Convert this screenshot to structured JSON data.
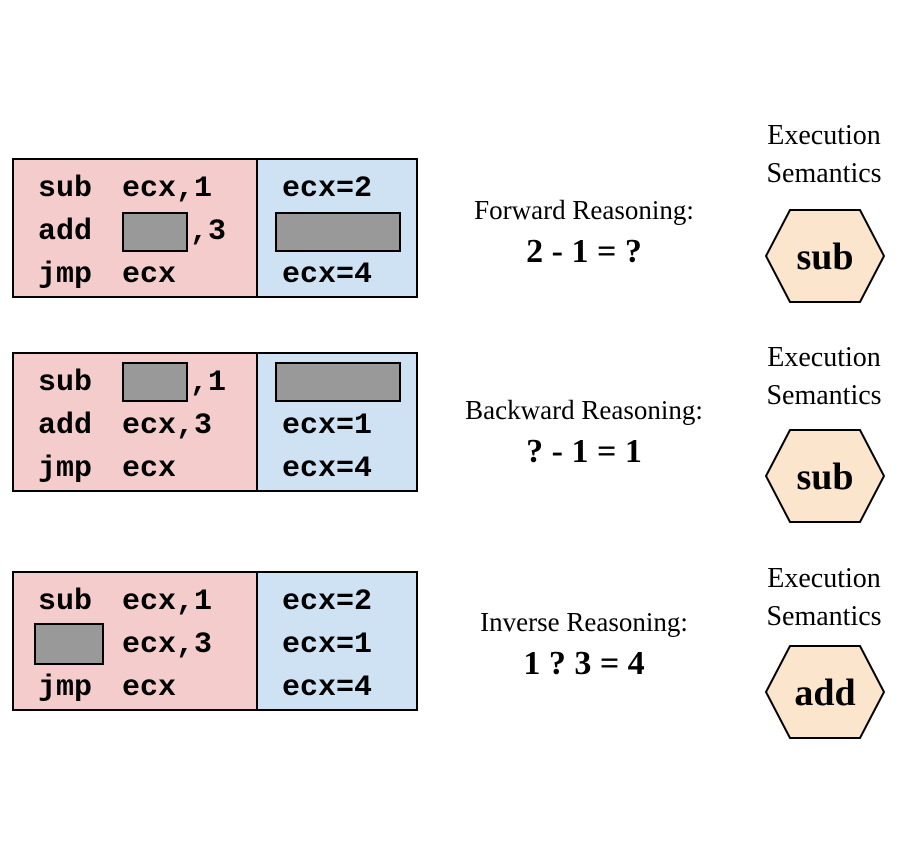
{
  "panels": [
    {
      "code": {
        "line1_op": "sub",
        "line1_args": "ecx,1",
        "line2_op": "add",
        "line2_args": ",3",
        "line3_op": "jmp",
        "line3_args": "ecx"
      },
      "state": {
        "line1": "ecx=2",
        "line3": "ecx=4"
      },
      "reasoning": {
        "title": "Forward Reasoning:",
        "equation": "2 - 1 = ?"
      },
      "semantics": {
        "label_line1": "Execution",
        "label_line2": "Semantics",
        "op": "sub"
      }
    },
    {
      "code": {
        "line1_op": "sub",
        "line1_args": ",1",
        "line2_op": "add",
        "line2_args": "ecx,3",
        "line3_op": "jmp",
        "line3_args": "ecx"
      },
      "state": {
        "line2": "ecx=1",
        "line3": "ecx=4"
      },
      "reasoning": {
        "title": "Backward Reasoning:",
        "equation": "? - 1 = 1"
      },
      "semantics": {
        "label_line1": "Execution",
        "label_line2": "Semantics",
        "op": "sub"
      }
    },
    {
      "code": {
        "line1_op": "sub",
        "line1_args": "ecx,1",
        "line2_args": "ecx,3",
        "line3_op": "jmp",
        "line3_args": "ecx"
      },
      "state": {
        "line1": "ecx=2",
        "line2": "ecx=1",
        "line3": "ecx=4"
      },
      "reasoning": {
        "title": "Inverse Reasoning:",
        "equation": "1 ? 3 = 4"
      },
      "semantics": {
        "label_line1": "Execution",
        "label_line2": "Semantics",
        "op": "add"
      }
    }
  ],
  "colors": {
    "code_bg": "#f4cccc",
    "state_bg": "#cfe2f3",
    "mask": "#999999",
    "hexagon": "#fce5cd"
  }
}
